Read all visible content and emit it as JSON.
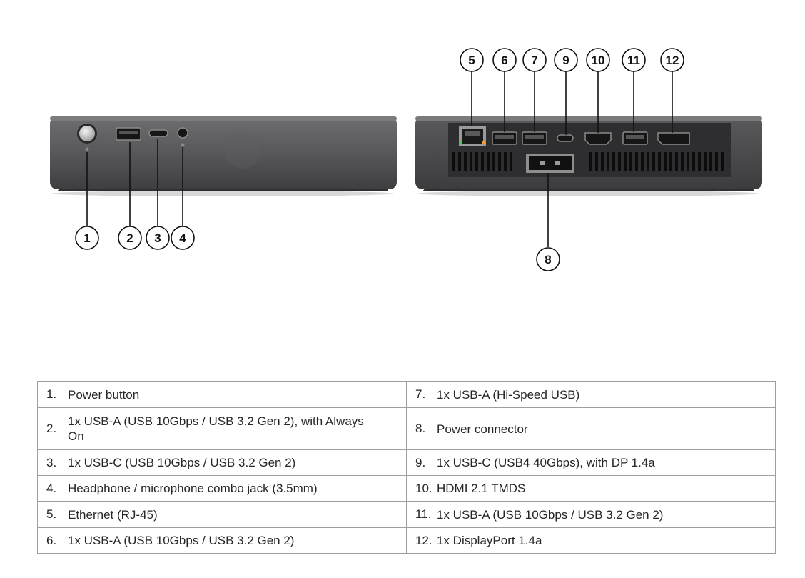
{
  "callouts": {
    "c1": "1",
    "c2": "2",
    "c3": "3",
    "c4": "4",
    "c5": "5",
    "c6": "6",
    "c7": "7",
    "c8": "8",
    "c9": "9",
    "c10": "10",
    "c11": "11",
    "c12": "12"
  },
  "colors": {
    "chassis_dark": "#4a4a4c",
    "chassis_light": "#6a6a6c",
    "panel": "#3a3a3c",
    "port": "#111111",
    "table_border": "#9e9e9e",
    "text": "#262626"
  },
  "port_table": [
    {
      "left": {
        "num": "1.",
        "text": "Power button"
      },
      "right": {
        "num": "7.",
        "text": "1x USB-A (Hi-Speed USB)"
      }
    },
    {
      "left": {
        "num": "2.",
        "text": "1x USB-A (USB 10Gbps / USB 3.2 Gen 2), with Always On"
      },
      "right": {
        "num": "8.",
        "text": "Power connector"
      }
    },
    {
      "left": {
        "num": "3.",
        "text": "1x USB-C (USB 10Gbps / USB 3.2 Gen 2)"
      },
      "right": {
        "num": "9.",
        "text": "1x USB-C (USB4 40Gbps), with DP 1.4a"
      }
    },
    {
      "left": {
        "num": "4.",
        "text": "Headphone / microphone combo jack (3.5mm)"
      },
      "right": {
        "num": "10.",
        "text": "HDMI 2.1 TMDS"
      }
    },
    {
      "left": {
        "num": "5.",
        "text": "Ethernet (RJ-45)"
      },
      "right": {
        "num": "11.",
        "text": "1x USB-A (USB 10Gbps / USB 3.2 Gen 2)"
      }
    },
    {
      "left": {
        "num": "6.",
        "text": "1x USB-A (USB 10Gbps / USB 3.2 Gen 2)"
      },
      "right": {
        "num": "12.",
        "text": "1x DisplayPort 1.4a"
      }
    }
  ]
}
